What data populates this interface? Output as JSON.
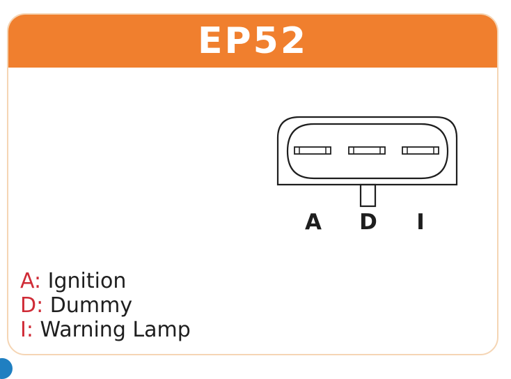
{
  "header": {
    "title": "EP52"
  },
  "connector": {
    "pins": [
      {
        "label": "A"
      },
      {
        "label": "D"
      },
      {
        "label": "I"
      }
    ]
  },
  "legend": [
    {
      "key": "A:",
      "text": "Ignition"
    },
    {
      "key": "D:",
      "text": "Dummy"
    },
    {
      "key": "I:",
      "text": "Warning Lamp"
    }
  ],
  "colors": {
    "header_background": "#f07f2e",
    "card_border": "#f5d5b4",
    "legend_key": "#cf2b36",
    "text": "#1e1e1e",
    "corner_accent": "#1f7fc1"
  }
}
